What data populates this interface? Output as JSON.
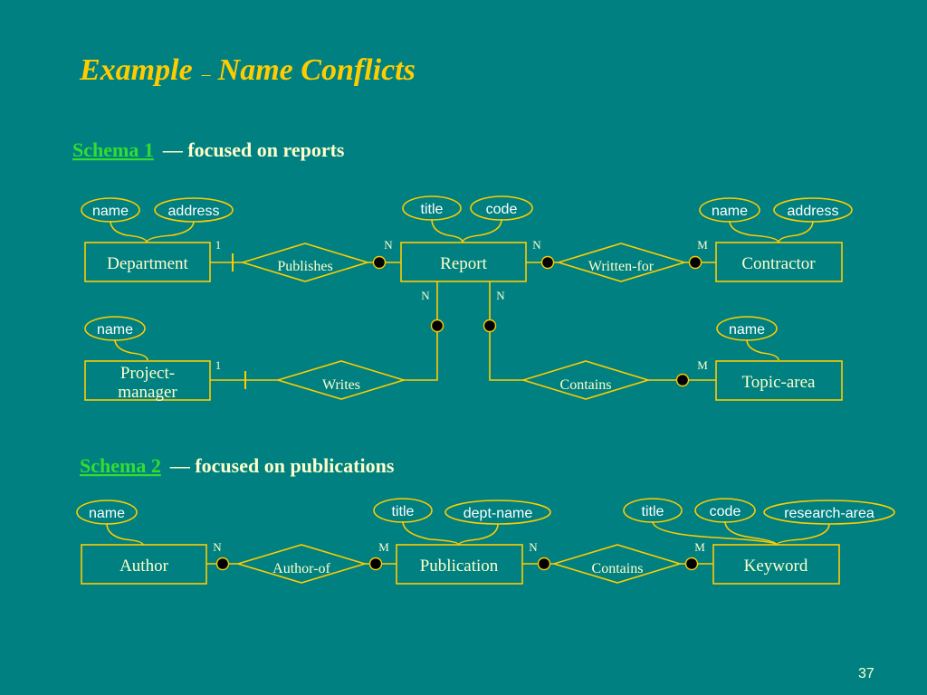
{
  "title": {
    "main1": "Example",
    "dash": "–",
    "main2": "Name Conflicts"
  },
  "schema1": {
    "link": "Schema 1",
    "desc": "— focused on reports"
  },
  "schema2": {
    "link": "Schema 2",
    "desc": "— focused on publications"
  },
  "entities": {
    "department": "Department",
    "report": "Report",
    "contractor": "Contractor",
    "pm_line1": "Project-",
    "pm_line2": "manager",
    "topic_area": "Topic-area",
    "author": "Author",
    "publication": "Publication",
    "keyword": "Keyword"
  },
  "relationships": {
    "publishes": "Publishes",
    "written_for": "Written-for",
    "writes": "Writes",
    "contains1": "Contains",
    "author_of": "Author-of",
    "contains2": "Contains"
  },
  "attributes": {
    "dept_name": "name",
    "dept_address": "address",
    "report_title": "title",
    "report_code": "code",
    "contractor_name": "name",
    "contractor_address": "address",
    "pm_name": "name",
    "topic_name": "name",
    "author_name": "name",
    "pub_title": "title",
    "pub_dept_name": "dept-name",
    "kw_title": "title",
    "kw_code": "code",
    "kw_research_area": "research-area"
  },
  "cardinalities": {
    "publishes_dept": "1",
    "publishes_report": "N",
    "written_report": "N",
    "written_contractor": "M",
    "writes_report": "N",
    "contains_report": "N",
    "writes_pm": "1",
    "contains_topic": "M",
    "authorof_author": "N",
    "authorof_pub": "M",
    "contains2_pub": "N",
    "contains2_kw": "M"
  },
  "page_number": "37",
  "colors": {
    "background": "#008080",
    "accent": "#ffcc00",
    "link": "#33dd33",
    "text": "#ffffcc"
  }
}
